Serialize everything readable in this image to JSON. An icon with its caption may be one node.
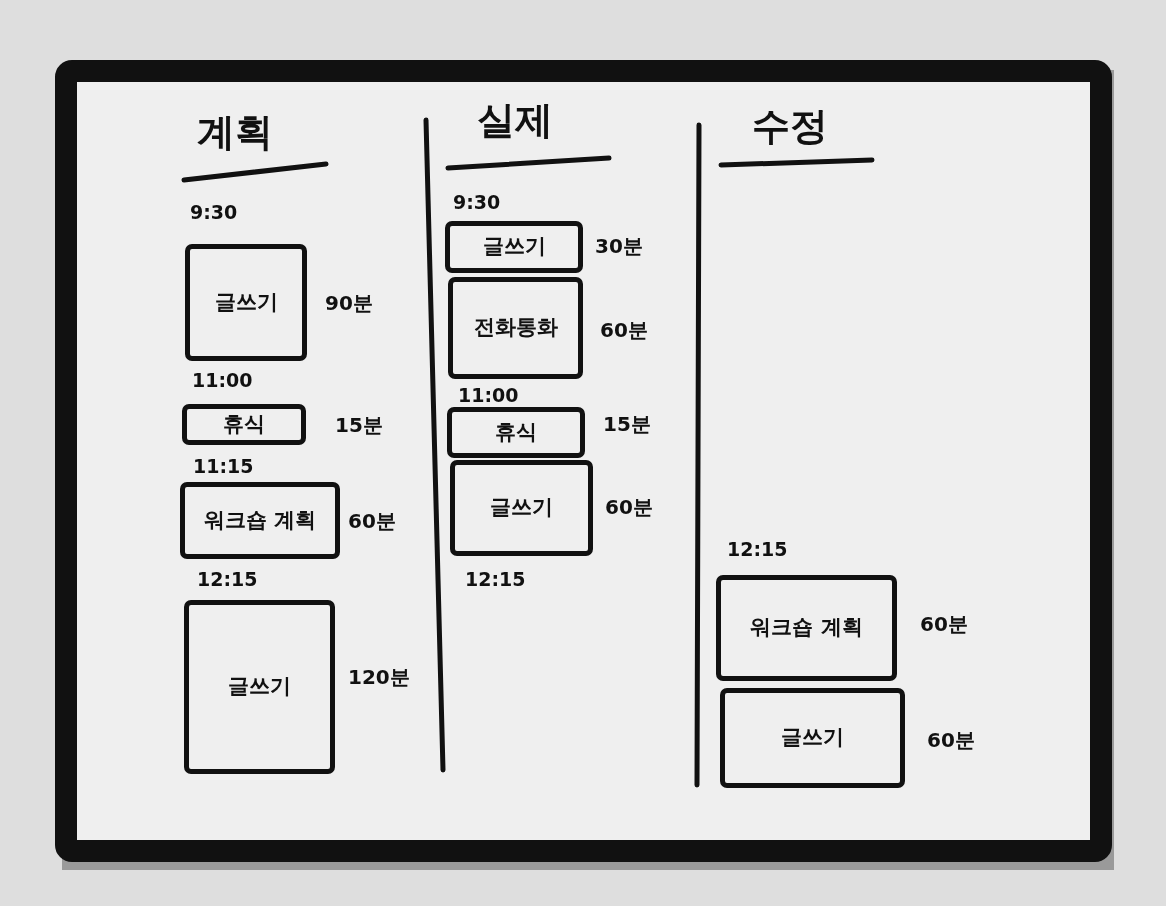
{
  "diagram": {
    "nodes": [
      {
        "text": [
          "글쓰기"
        ],
        "beside": [
          "90분"
        ]
      },
      {
        "text": [
          "휴식"
        ],
        "beside": [
          "15분"
        ]
      },
      {
        "text": [
          "워크숍 계획"
        ],
        "beside": [
          "60분"
        ]
      },
      {
        "text": [
          "글쓰기"
        ],
        "beside": [
          "120분"
        ]
      },
      {
        "text": [
          "글쓰기"
        ],
        "beside": [
          "30분"
        ]
      },
      {
        "text": [
          "전화통화"
        ],
        "beside": [
          "60분"
        ]
      },
      {
        "text": [
          "휴식"
        ],
        "beside": [
          "15분"
        ]
      },
      {
        "text": [
          "글쓰기"
        ],
        "beside": [
          "60분"
        ]
      },
      {
        "text": [
          "워크숍 계획"
        ],
        "beside": [
          "60분"
        ]
      },
      {
        "text": [
          "글쓰기"
        ],
        "beside": [
          "60분"
        ]
      }
    ],
    "labels": [
      "계획",
      "9:30",
      "11:00",
      "11:15",
      "12:15",
      "실제",
      "9:30",
      "11:00",
      "12:15",
      "수정",
      "12:15"
    ]
  }
}
